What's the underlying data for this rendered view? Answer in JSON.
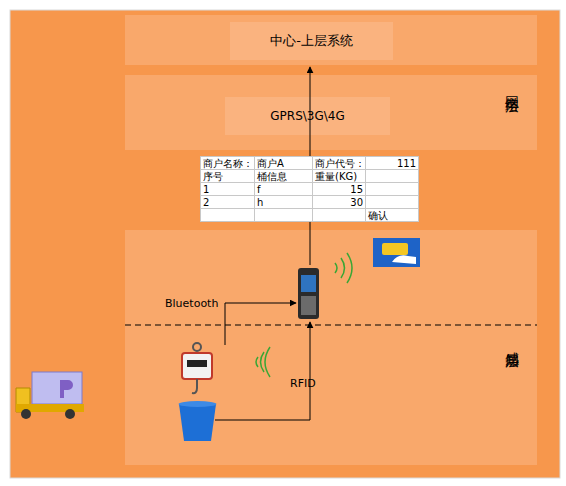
{
  "diagram": {
    "nodes": [
      {
        "text": [
          "中心-上层系统"
        ]
      },
      {
        "text": [
          "网络层"
        ]
      },
      {
        "text": [
          "GPRS\\3G\\4G"
        ],
        "in": 1
      },
      {
        "text": [
          "感知层"
        ]
      }
    ],
    "labels": [
      "商户名称：",
      "商户A",
      "商户代号：",
      "111",
      "序号",
      "桶信息",
      "重量(KG)",
      "1",
      "f",
      "15",
      "2",
      "h",
      "30",
      "确认",
      "Bluetooth",
      "RFID"
    ]
  }
}
